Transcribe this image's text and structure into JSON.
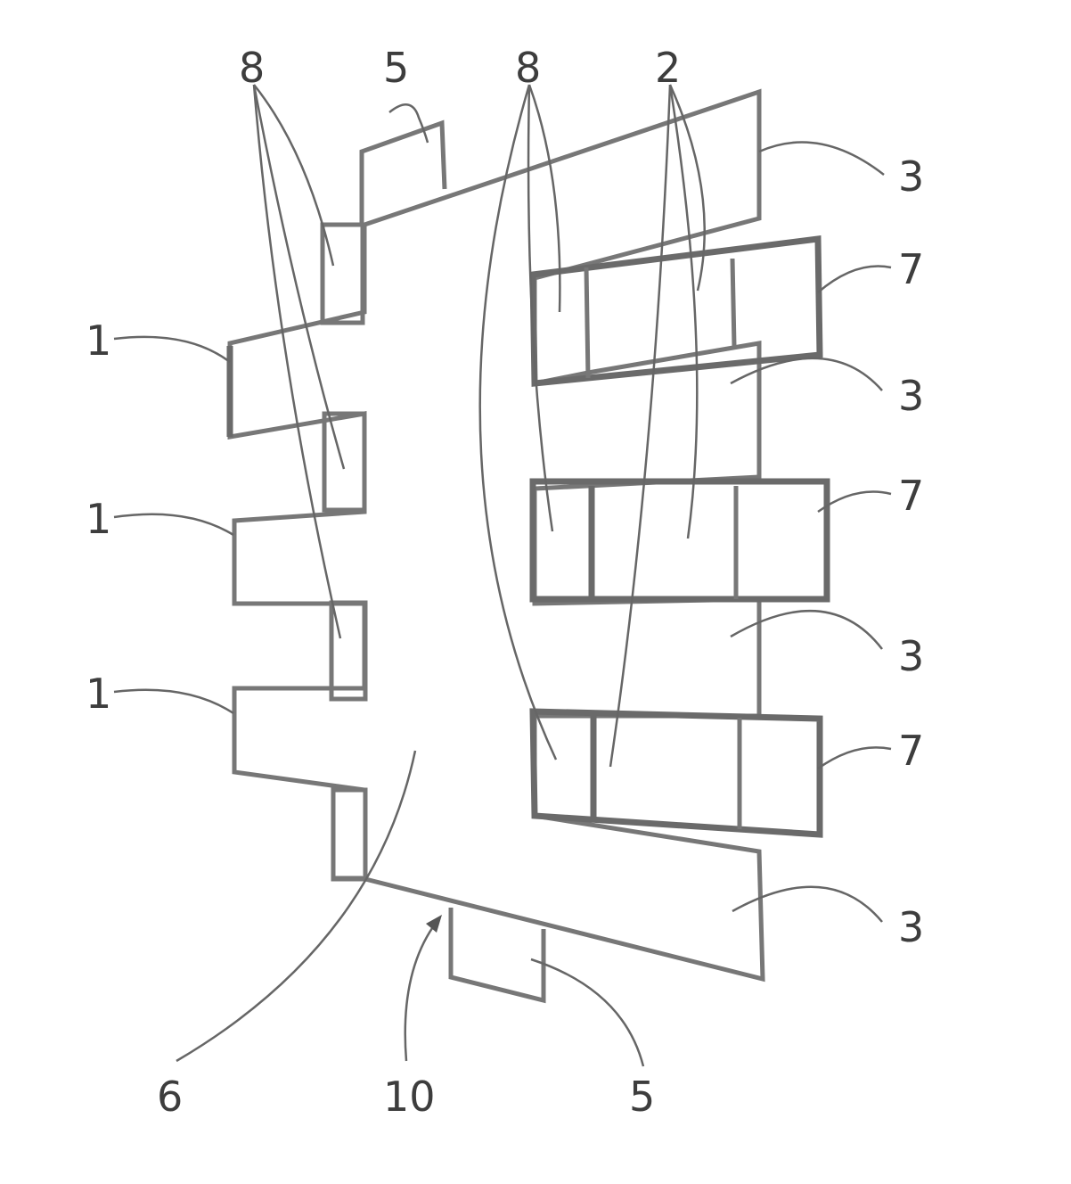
{
  "labels": {
    "n1a": "1",
    "n1b": "1",
    "n1c": "1",
    "n2": "2",
    "n3a": "3",
    "n3b": "3",
    "n3c": "3",
    "n3d": "3",
    "n5a": "5",
    "n5b": "5",
    "n6": "6",
    "n7a": "7",
    "n7b": "7",
    "n7c": "7",
    "n8a": "8",
    "n8b": "8",
    "n10": "10"
  }
}
